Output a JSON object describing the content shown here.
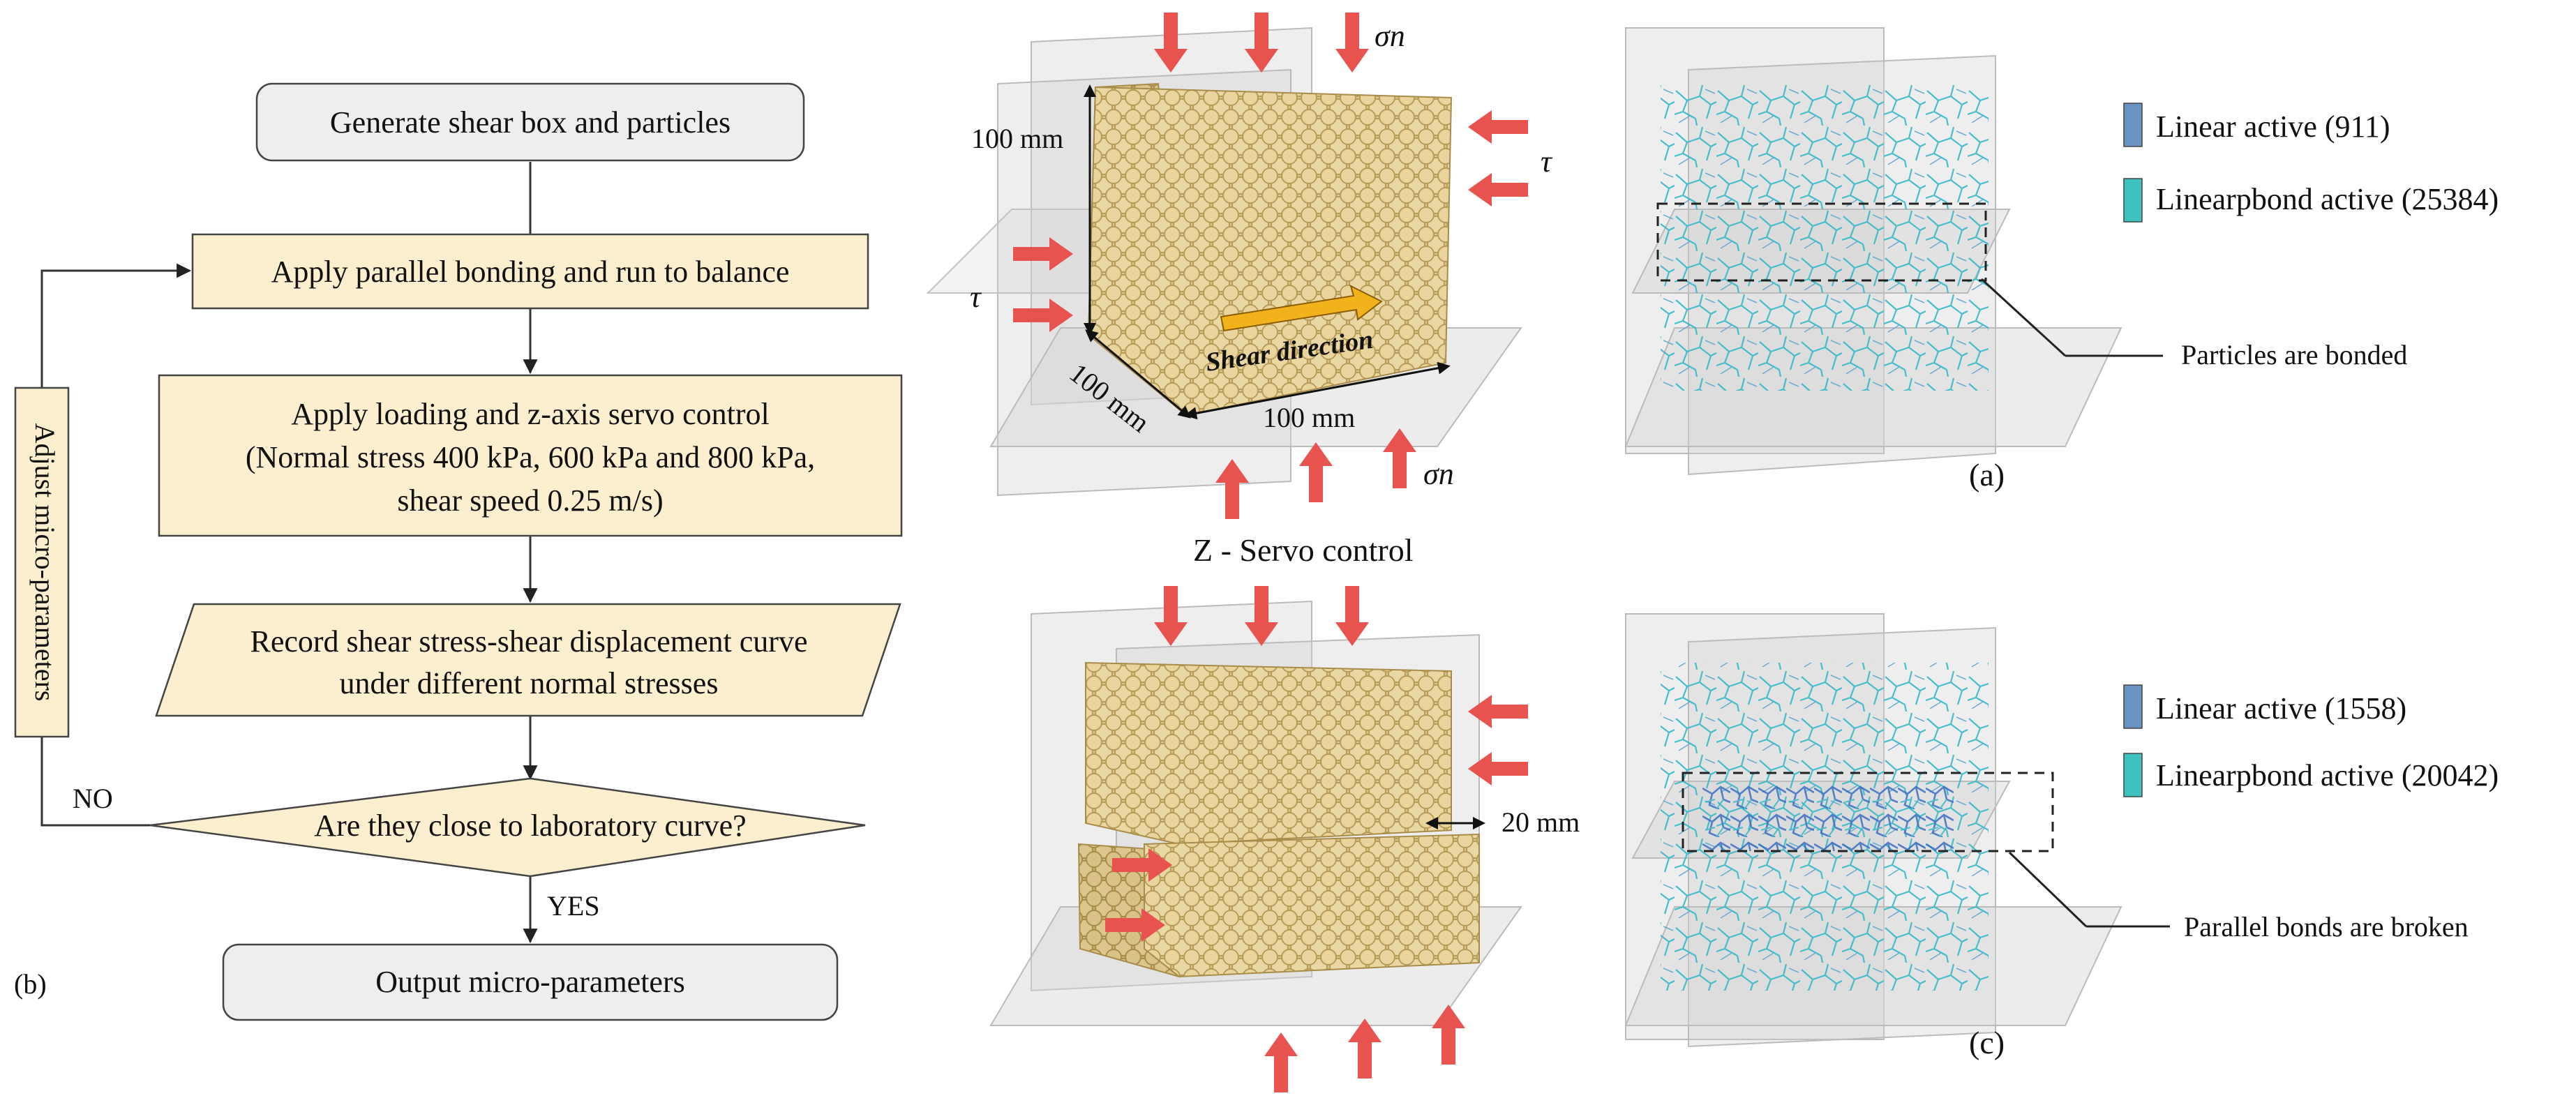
{
  "flowchart": {
    "panel_label": "(b)",
    "feedback_label": "Adjust micro-parameters",
    "no_label": "NO",
    "yes_label": "YES",
    "steps": {
      "generate": "Generate shear box and particles",
      "bond": "Apply parallel bonding and run to balance",
      "load_l1": "Apply loading and z-axis servo control",
      "load_l2": "(Normal stress 400 kPa, 600 kPa and 800 kPa,",
      "load_l3": "shear speed 0.25 m/s)",
      "record_l1": "Record shear stress-shear displacement curve",
      "record_l2": "under different normal stresses",
      "decision": "Are they close to laboratory curve?",
      "output": "Output micro-parameters"
    }
  },
  "top_model": {
    "sigma_n_top": "σn",
    "sigma_n_bottom": "σn",
    "tau_right": "τ",
    "tau_left": "τ",
    "dim_height": "100 mm",
    "dim_depth": "100 mm",
    "dim_width": "100 mm",
    "shear_direction": "Shear direction"
  },
  "servo_caption": "Z - Servo control",
  "bottom_model": {
    "gap_label": "20 mm"
  },
  "bond_views": {
    "a": {
      "panel_label": "(a)",
      "legend": [
        {
          "label": "Linear active (911)",
          "color": "#6b93c2"
        },
        {
          "label": "Linearpbond active (25384)",
          "color": "#3dc2c0"
        }
      ],
      "annotation": "Particles are bonded"
    },
    "c": {
      "panel_label": "(c)",
      "legend": [
        {
          "label": "Linear active (1558)",
          "color": "#6b93c2"
        },
        {
          "label": "Linearpbond active (20042)",
          "color": "#3dc2c0"
        }
      ],
      "annotation": "Parallel bonds are broken"
    }
  },
  "colors": {
    "box_fill_grey": "#efefef",
    "box_fill_cream": "#fbefcf",
    "arrow_red": "#e8534f",
    "particle": "#e6d29a",
    "particle_edge": "#b79a55",
    "shear_arrow": "#f2b21c"
  }
}
